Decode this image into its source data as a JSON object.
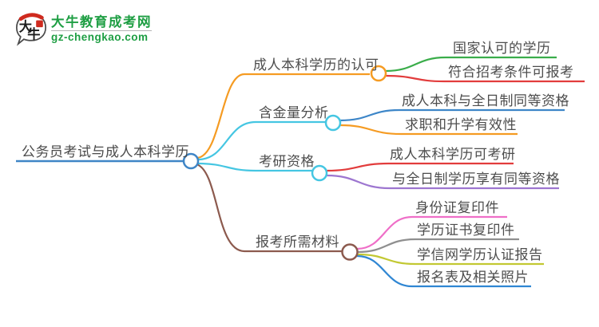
{
  "logo": {
    "icon_char1": "大",
    "icon_char2": "牛",
    "title": "大牛教育成考网",
    "subtitle": "gz-chengkao.com",
    "brand_green": "#1e9e43",
    "seal_red": "#cf2a1e"
  },
  "palette": {
    "root_blue": "#3f85c6",
    "orange": "#f59b22",
    "cyan": "#45c6e2",
    "brown": "#8c5a4e",
    "green": "#3aad4a",
    "red": "#e23c3c",
    "blue": "#3d86c8",
    "purple": "#9d76d0",
    "pink": "#ef6fc8",
    "gray": "#8f8f8f",
    "olive": "#c2c832",
    "blue2": "#2f86d3",
    "text": "#4d4d4d"
  },
  "mindmap": {
    "root": {
      "label": "公务员考试与成人本科学历"
    },
    "branches": [
      {
        "label": "成人本科学历的认可",
        "children": [
          {
            "label": "国家认可的学历"
          },
          {
            "label": "符合招考条件可报考"
          }
        ]
      },
      {
        "label": "含金量分析",
        "children": [
          {
            "label": "成人本科与全日制同等资格"
          },
          {
            "label": "求职和升学有效性"
          }
        ]
      },
      {
        "label": "考研资格",
        "children": [
          {
            "label": "成人本科学历可考研"
          },
          {
            "label": "与全日制学历享有同等资格"
          }
        ]
      },
      {
        "label": "报考所需材料",
        "children": [
          {
            "label": "身份证复印件"
          },
          {
            "label": "学历证书复印件"
          },
          {
            "label": "学信网学历认证报告"
          },
          {
            "label": "报名表及相关照片"
          }
        ]
      }
    ]
  }
}
